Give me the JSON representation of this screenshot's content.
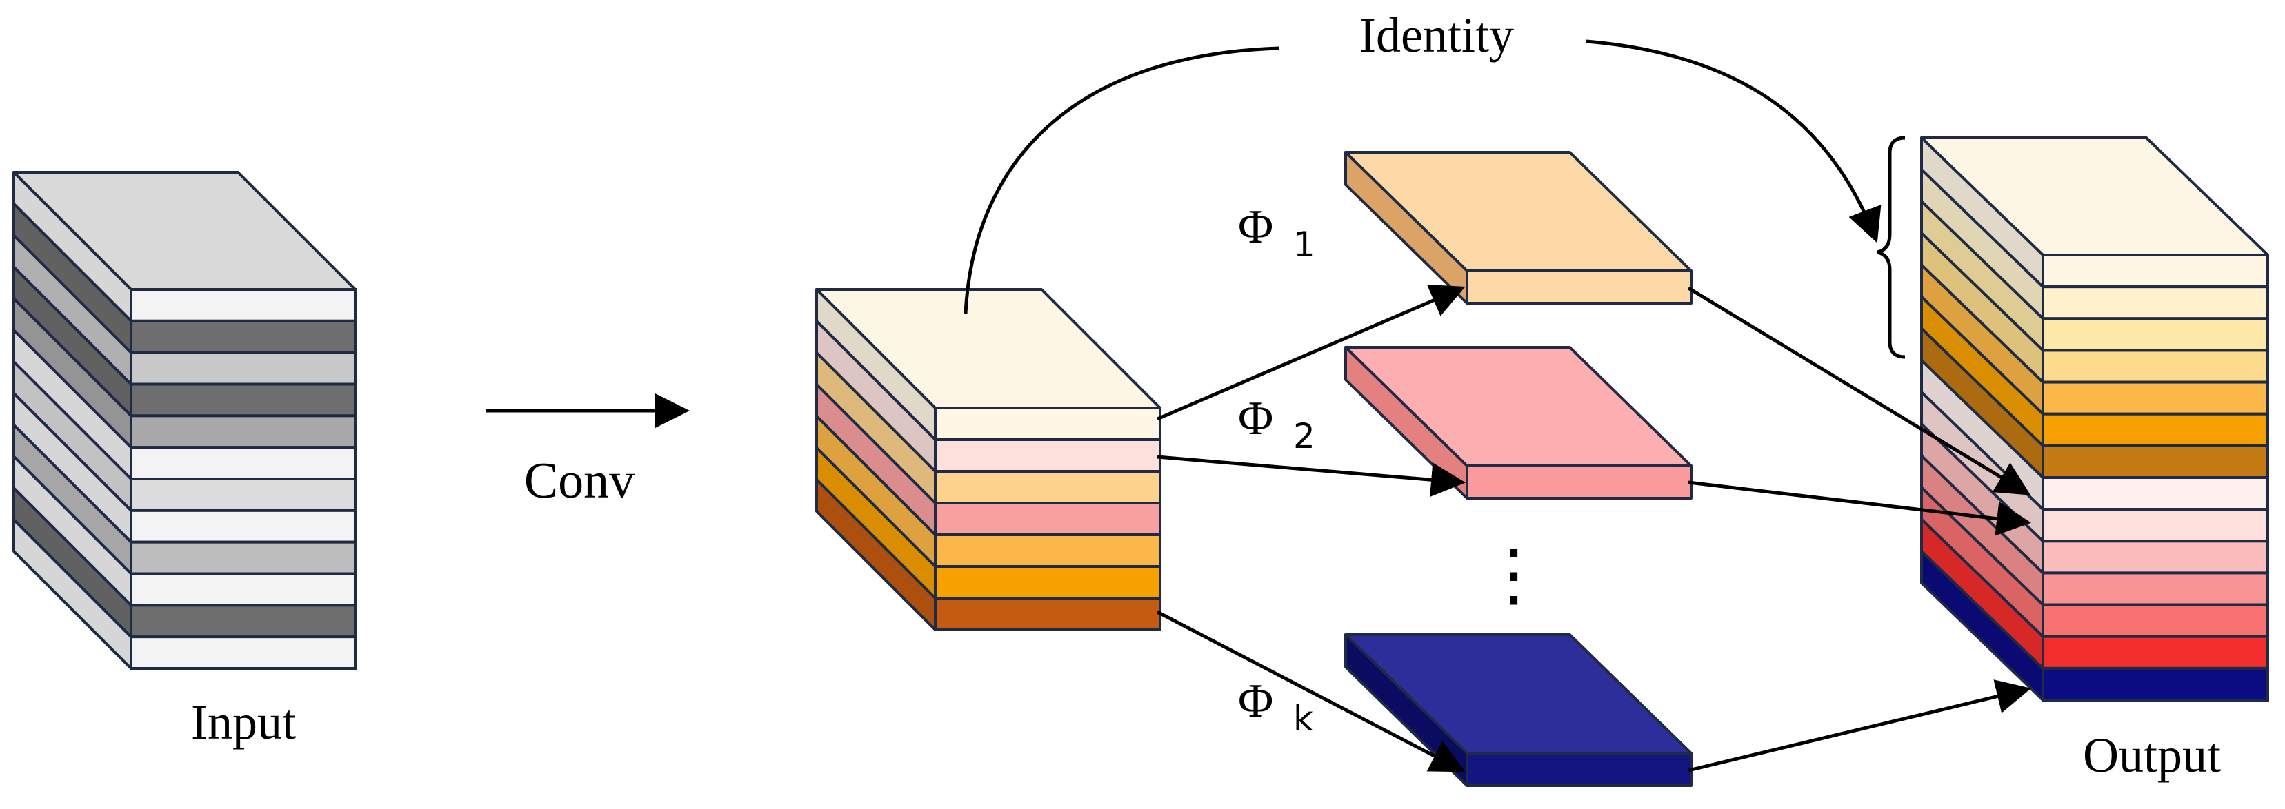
{
  "labels": {
    "identity": "Identity",
    "conv": "Conv",
    "input": "Input",
    "output": "Output",
    "phi_symbol": "Φ",
    "phi_1_sub": "1",
    "phi_2_sub": "2",
    "phi_k_sub": "k",
    "ellipsis": "⋮"
  },
  "colors": {
    "edge": "#1f2a44",
    "input_layers": [
      "#f3f3f3",
      "#6e6e6e",
      "#c8c8c8",
      "#6e6e6e",
      "#a8a8a8",
      "#f3f3f3",
      "#dcdcdc",
      "#f3f3f3",
      "#bdbdbd",
      "#f3f3f3",
      "#6e6e6e",
      "#f3f3f3"
    ],
    "input_top": "#d9d9d9",
    "conv_layers": [
      "#fff6e4",
      "#fde0dc",
      "#fcd28c",
      "#f8a0a0",
      "#fbb848",
      "#f6a100",
      "#c55a11"
    ],
    "conv_top": "#fef6e4",
    "phi1": {
      "top": "#fdd9a7",
      "front": "#fdd9a7",
      "side": "#dba366"
    },
    "phi2": {
      "top": "#fcaeb0",
      "front": "#fb9a9d",
      "side": "#e58080"
    },
    "phik": {
      "top": "#2e2e9a",
      "front": "#151582",
      "side": "#0b0b62"
    },
    "output_layers": [
      "#fff6e4",
      "#fff2cc",
      "#fde8a8",
      "#fcdc8c",
      "#fbb848",
      "#f6a100",
      "#c47a12",
      "#fdf0ee",
      "#fde0dc",
      "#fcbcbc",
      "#f89494",
      "#f87272",
      "#f42d2d",
      "#0b0b82"
    ],
    "output_top": "#fef6e4"
  }
}
